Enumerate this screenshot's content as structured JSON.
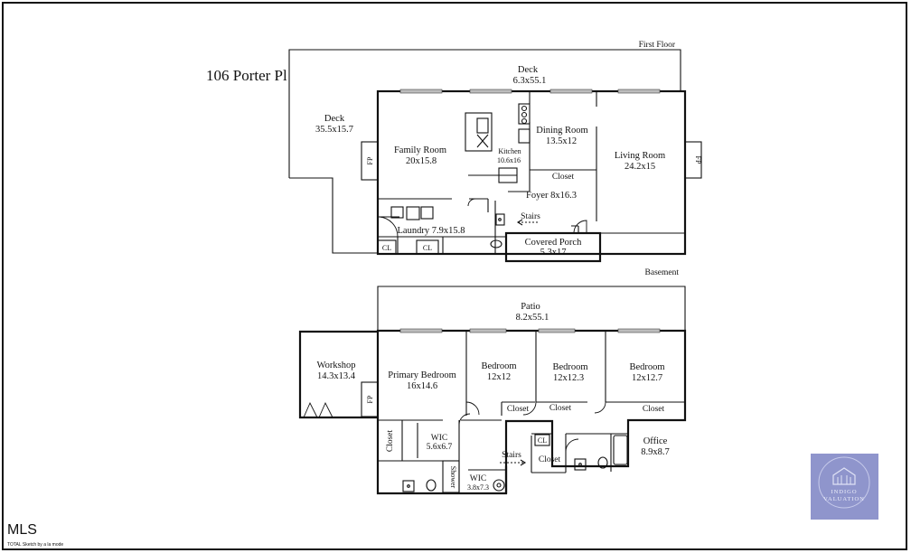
{
  "address": "106 Porter Pl",
  "first_floor": {
    "level_label": "First Floor",
    "rooms": {
      "deck_top": {
        "name": "Deck",
        "size": "6.3x55.1"
      },
      "deck_left": {
        "name": "Deck",
        "size": "35.5x15.7"
      },
      "family_room": {
        "name": "Family Room",
        "size": "20x15.8"
      },
      "kitchen": {
        "name": "Kitchen",
        "size": "10.6x16"
      },
      "dining_room": {
        "name": "Dining Room",
        "size": "13.5x12"
      },
      "living_room": {
        "name": "Living Room",
        "size": "24.2x15"
      },
      "closet": {
        "name": "Closet"
      },
      "foyer": {
        "name": "Foyer 8x16.3"
      },
      "stairs": {
        "name": "Stairs"
      },
      "laundry": {
        "name": "Laundry 7.9x15.8"
      },
      "covered_porch": {
        "name": "Covered Porch",
        "size": "5.3x17"
      },
      "fireplace_left": "FP",
      "fireplace_right": "FP",
      "cl_1": "CL",
      "cl_2": "CL"
    }
  },
  "basement": {
    "level_label": "Basement",
    "rooms": {
      "patio": {
        "name": "Patio",
        "size": "8.2x55.1"
      },
      "workshop": {
        "name": "Workshop",
        "size": "14.3x13.4"
      },
      "primary_bedroom": {
        "name": "Primary Bedroom",
        "size": "16x14.6"
      },
      "bedroom_1": {
        "name": "Bedroom",
        "size": "12x12"
      },
      "bedroom_2": {
        "name": "Bedroom",
        "size": "12x12.3"
      },
      "bedroom_3": {
        "name": "Bedroom",
        "size": "12x12.7"
      },
      "closet_1": "Closet",
      "closet_2": "Closet",
      "closet_3": "Closet",
      "closet_vertical": "Closet",
      "closet_4": "Closet",
      "wic_1": {
        "name": "WIC",
        "size": "5.6x6.7"
      },
      "wic_2": {
        "name": "WIC",
        "size": "3.8x7.3"
      },
      "shower": "Shower",
      "stairs": "Stairs",
      "cl": "CL",
      "office": {
        "name": "Office",
        "size": "8.9x8.7"
      },
      "fireplace": "FP"
    }
  },
  "footer": {
    "mls_mark": "MLS",
    "credit": "TOTAL Sketch by a la mode"
  },
  "logo": {
    "line1": "INDIGO",
    "line2": "VALUATION",
    "color": "#8f95cc"
  }
}
